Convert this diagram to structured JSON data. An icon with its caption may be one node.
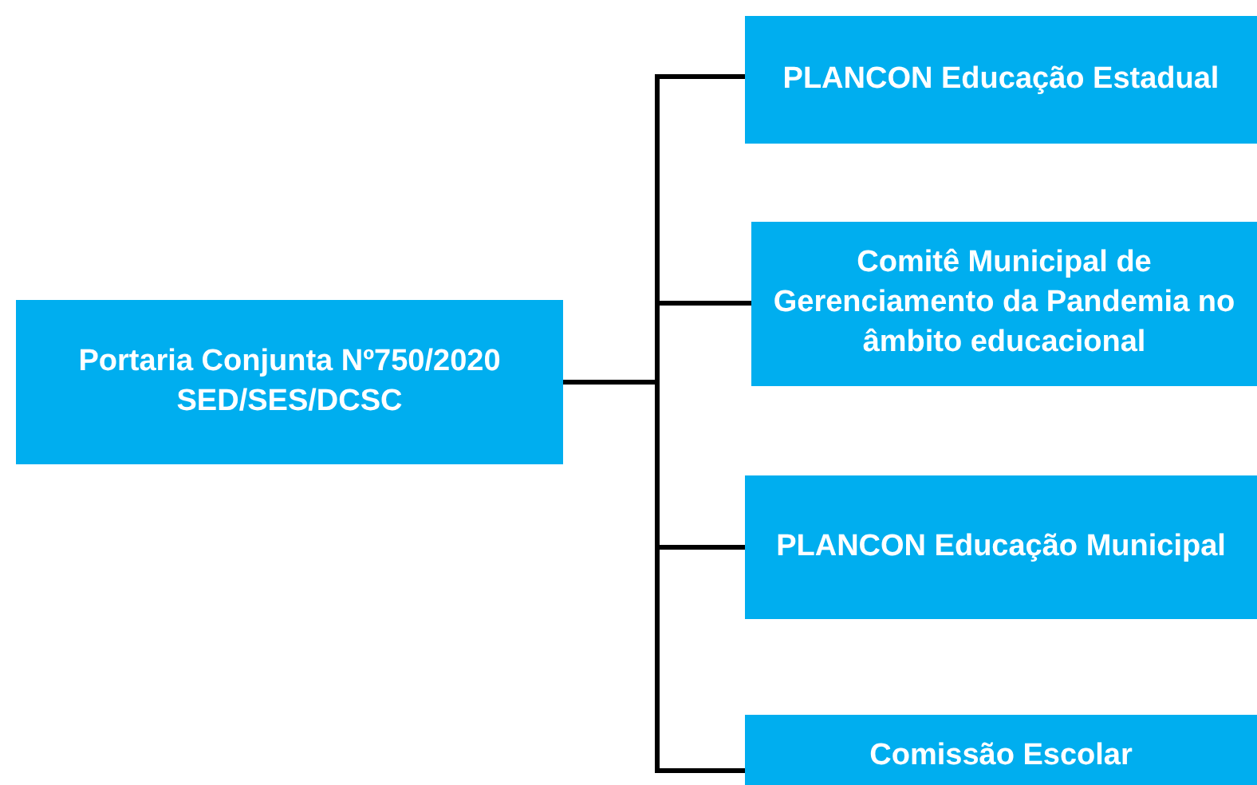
{
  "diagram": {
    "nodes": [
      {
        "text": [
          "Portaria Conjunta Nº750/2020 SED/SES/DCSC"
        ]
      },
      {
        "text": [
          "PLANCON Educação Estadual"
        ]
      },
      {
        "text": [
          "Comitê Municipal de Gerenciamento da Pandemia no âmbito educacional"
        ]
      },
      {
        "text": [
          "PLANCON Educação Municipal"
        ]
      },
      {
        "text": [
          "Comissão Escolar"
        ]
      }
    ],
    "edges": [
      {
        "from": 0,
        "to": 1,
        "arrow": "none"
      },
      {
        "from": 0,
        "to": 2,
        "arrow": "none"
      },
      {
        "from": 0,
        "to": 3,
        "arrow": "none"
      },
      {
        "from": 0,
        "to": 4,
        "arrow": "none"
      }
    ]
  }
}
